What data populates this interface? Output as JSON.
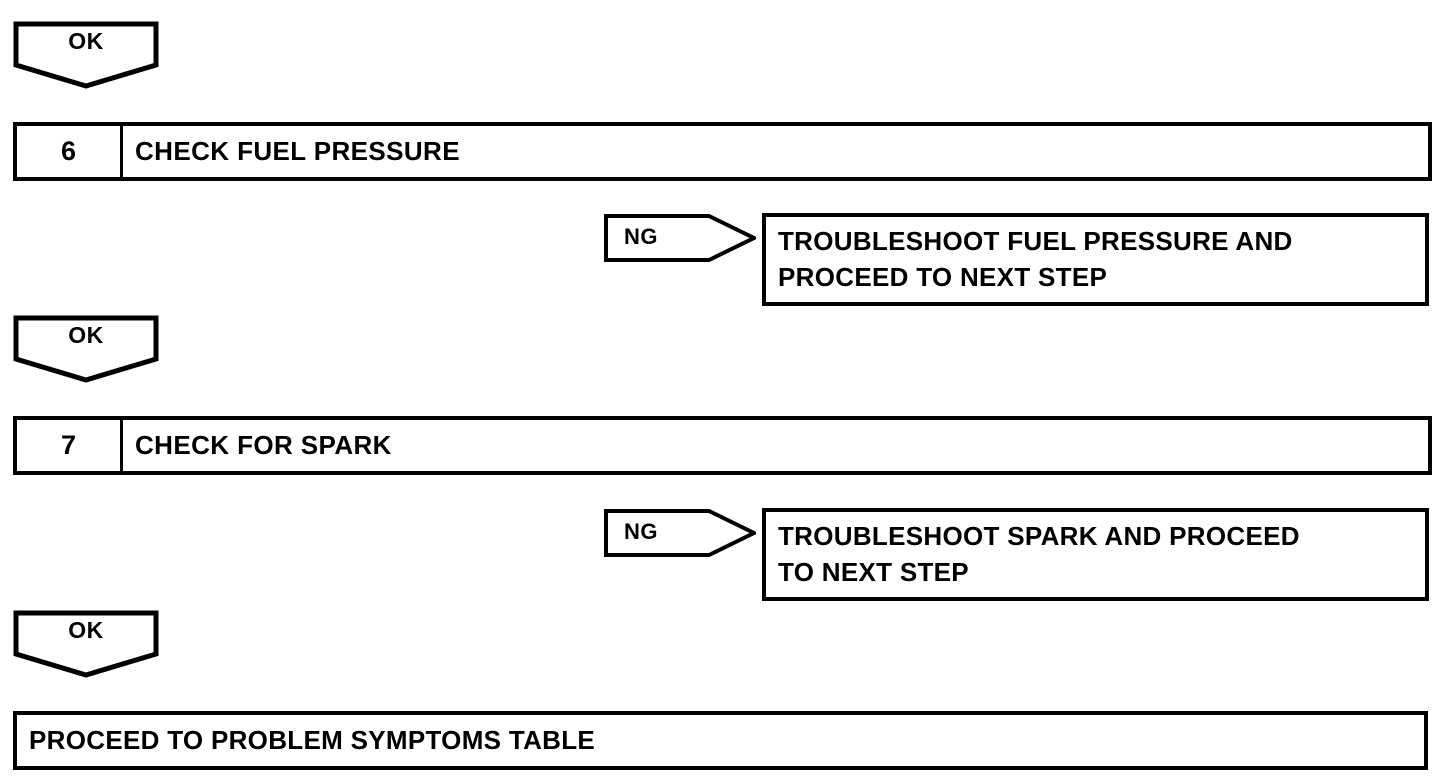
{
  "diagram": {
    "type": "troubleshooting-flowchart",
    "line_color": "#000000",
    "background_color": "#ffffff",
    "nodes": {
      "ok_1": {
        "label": "OK"
      },
      "step_6": {
        "number": "6",
        "title": "CHECK FUEL PRESSURE"
      },
      "ng_1": {
        "label": "NG"
      },
      "result_1": {
        "line1": "TROUBLESHOOT FUEL PRESSURE AND",
        "line2": "PROCEED TO NEXT STEP"
      },
      "ok_2": {
        "label": "OK"
      },
      "step_7": {
        "number": "7",
        "title": "CHECK FOR SPARK"
      },
      "ng_2": {
        "label": "NG"
      },
      "result_2": {
        "line1": "TROUBLESHOOT SPARK AND PROCEED",
        "line2": "TO NEXT STEP"
      },
      "ok_3": {
        "label": "OK"
      },
      "final": {
        "title": "PROCEED TO PROBLEM SYMPTOMS TABLE"
      }
    }
  }
}
